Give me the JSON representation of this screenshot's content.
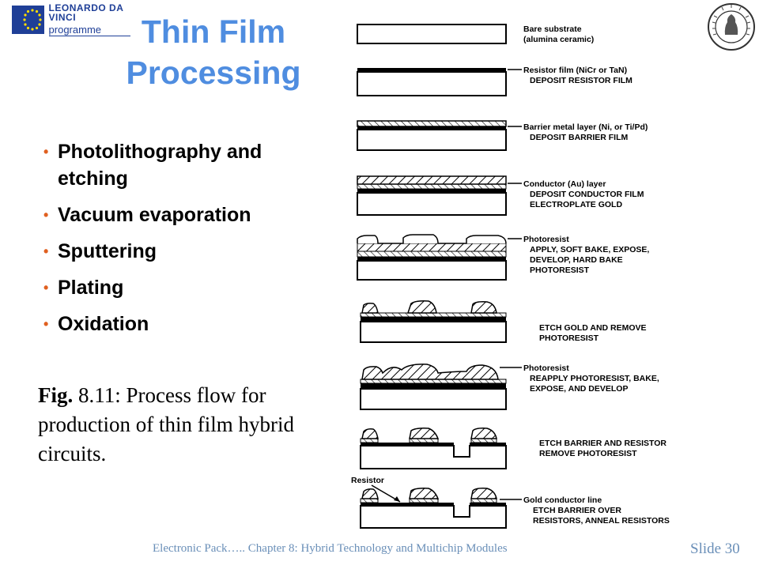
{
  "logo": {
    "line1": "LEONARDO DA VINCI",
    "line2": "programme"
  },
  "title": "Thin Film Processing",
  "bullets": [
    {
      "line1": "Photolithography and",
      "line2": "etching"
    },
    {
      "line1": "Vacuum evaporation"
    },
    {
      "line1": "Sputtering"
    },
    {
      "line1": "Plating"
    },
    {
      "line1": "Oxidation"
    }
  ],
  "caption": {
    "prefix": "Fig.",
    "text": " 8.11: Process flow for production of thin film hybrid circuits."
  },
  "steps": [
    {
      "lines": [
        "Bare substrate",
        "(alumina ceramic)"
      ]
    },
    {
      "lines": [
        "Resistor film (NiCr or TaN)",
        "DEPOSIT RESISTOR FILM"
      ]
    },
    {
      "lines": [
        "Barrier metal layer (Ni, or Ti/Pd)",
        "DEPOSIT BARRIER FILM"
      ]
    },
    {
      "lines": [
        "Conductor (Au) layer",
        "DEPOSIT CONDUCTOR FILM",
        "ELECTROPLATE GOLD"
      ]
    },
    {
      "lines": [
        "Photoresist",
        "APPLY, SOFT BAKE, EXPOSE,",
        "DEVELOP, HARD BAKE",
        "PHOTORESIST"
      ]
    },
    {
      "lines": [
        "ETCH GOLD AND REMOVE",
        "PHOTORESIST"
      ]
    },
    {
      "lines": [
        "Photoresist",
        "REAPPLY PHOTORESIST, BAKE,",
        "EXPOSE, AND DEVELOP"
      ]
    },
    {
      "lines": [
        "ETCH BARRIER AND RESISTOR",
        "REMOVE PHOTORESIST"
      ]
    },
    {
      "lines": [
        "Gold conductor line",
        "ETCH BARRIER OVER",
        "RESISTORS, ANNEAL RESISTORS"
      ]
    }
  ],
  "resistor_label": "Resistor",
  "footer": "Electronic Pack….. Chapter 8: Hybrid Technology and Multichip Modules",
  "slide_number": "Slide 30"
}
